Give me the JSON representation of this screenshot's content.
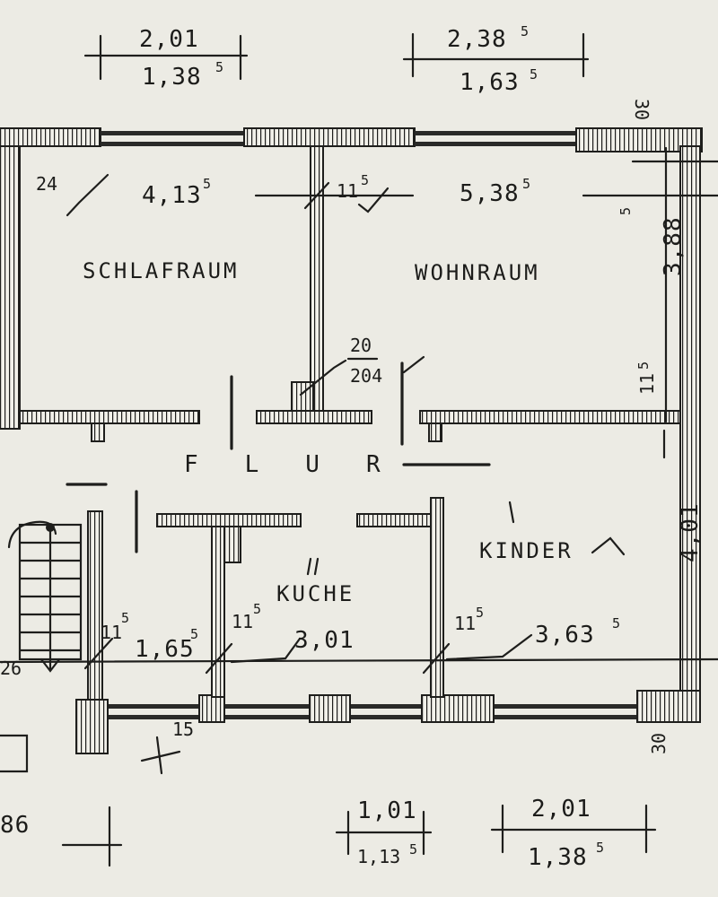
{
  "rooms": {
    "schlafraum": "SCHLAFRAUM",
    "wohnraum": "WOHNRAUM",
    "flur": "FLUR",
    "kuche": "KUCHE",
    "kinder": "KINDER"
  },
  "dimensions": {
    "top_left_width": "2,01",
    "top_left_height": "1,38",
    "top_left_height_sup": "5",
    "top_right_width": "2,38",
    "top_right_width_sup": "5",
    "top_right_height": "1,63",
    "top_right_height_sup": "5",
    "wall_24": "24",
    "schlafraum_width": "4,13",
    "schlafraum_width_sup": "5",
    "wall_11_top": "11",
    "wall_11_top_sup": "5",
    "wohnraum_width": "5,38",
    "wohnraum_width_sup": "5",
    "right_height": "3,88",
    "right_height_sup": "5",
    "right_wall_11": "11",
    "right_wall_11_sup": "5",
    "right_top_30": "30",
    "door_20": "20",
    "door_204": "204",
    "kinder_height": "4,01",
    "stair_wall_11": "11",
    "stair_wall_11_sup": "5",
    "stair_width": "1,65",
    "stair_width_sup": "5",
    "kuche_wall_11": "11",
    "kuche_wall_11_sup": "5",
    "kuche_width": "3,01",
    "kinder_wall_11": "11",
    "kinder_wall_11_sup": "5",
    "kinder_width": "3,63",
    "kinder_width_sup": "5",
    "right_bottom_30": "30",
    "bottom_left_86": "86",
    "bottom_mid_width": "1,01",
    "bottom_mid_height": "1,13",
    "bottom_mid_height_sup": "5",
    "bottom_right_width": "2,01",
    "bottom_right_height": "1,38",
    "bottom_right_height_sup": "5",
    "small_15": "15",
    "left_edge_26": "26"
  }
}
